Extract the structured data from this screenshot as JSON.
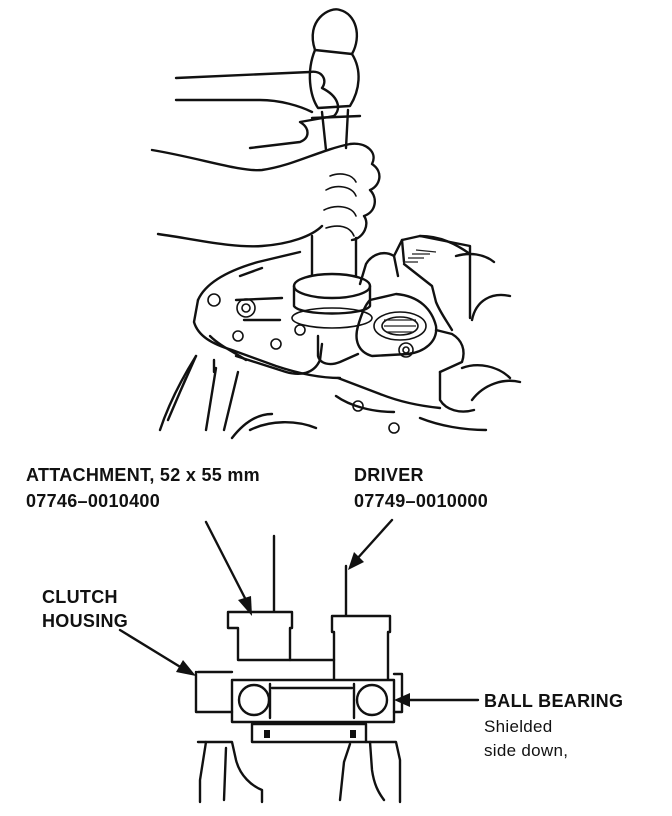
{
  "labels": {
    "attachment": {
      "name": "ATTACHMENT, 52 x 55 mm",
      "part_no": "07746–0010400"
    },
    "driver": {
      "name": "DRIVER",
      "part_no": "07749–0010000"
    },
    "clutch_housing": {
      "line1": "CLUTCH",
      "line2": "HOUSING"
    },
    "ball_bearing": {
      "name": "BALL BEARING",
      "note1": "Shielded",
      "note2": "side down,"
    }
  },
  "colors": {
    "ink": "#111111",
    "paper": "#ffffff"
  }
}
